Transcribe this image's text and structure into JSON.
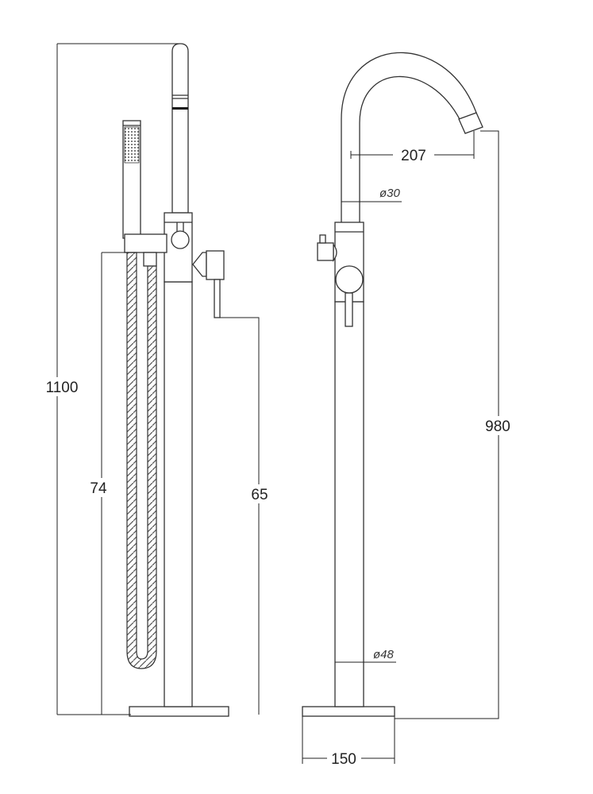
{
  "dimensions": {
    "total_height": "1100",
    "hose_height": "74",
    "lever_height": "65",
    "spout_reach": "207",
    "spout_diameter": "ø30",
    "outlet_height": "980",
    "column_diameter": "ø48",
    "base_width": "150"
  }
}
